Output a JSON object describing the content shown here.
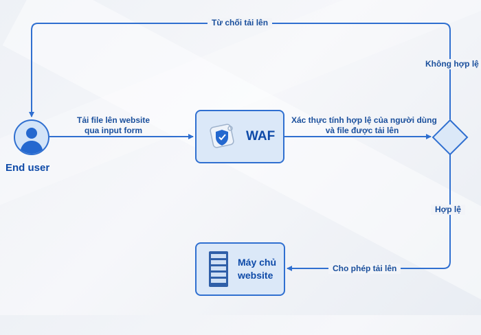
{
  "nodes": {
    "end_user": "End user",
    "waf": "WAF",
    "server_line1": "Máy chủ",
    "server_line2": "website"
  },
  "edges": {
    "upload_line1": "Tải file lên website",
    "upload_line2": "qua input form",
    "validate_line1": "Xác thực tính hợp lệ của người dùng",
    "validate_line2": "và file được tải lên",
    "reject": "Từ chối tải lên",
    "invalid": "Không hợp lệ",
    "valid": "Hợp lệ",
    "allow": "Cho phép tải lên"
  },
  "colors": {
    "accent": "#2f6fd0",
    "node_fill": "#dbe8f8",
    "text": "#1a4f9c"
  }
}
